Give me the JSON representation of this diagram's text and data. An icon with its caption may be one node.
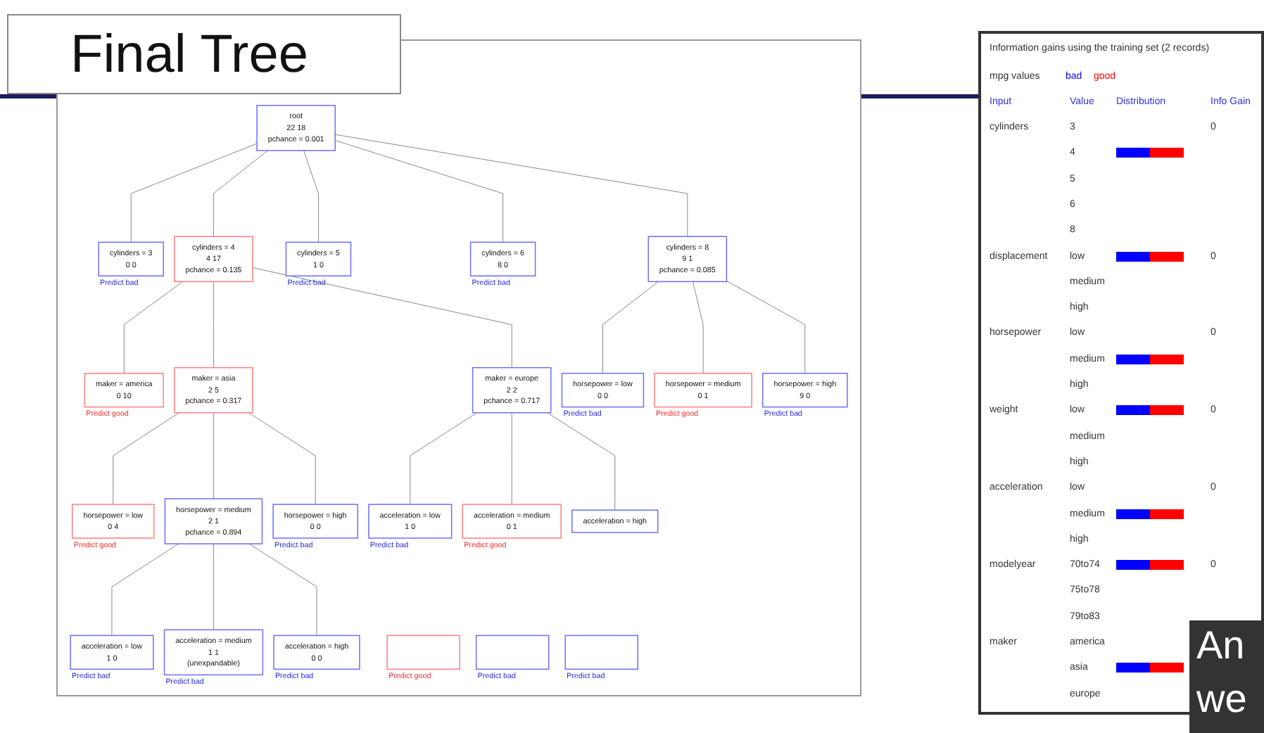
{
  "diagram": {
    "title": "Final Tree",
    "nodes": [
      {
        "text": [
          "root",
          "22 18",
          "pchance = 0.001"
        ]
      },
      {
        "text": [
          "cylinders = 3",
          "0 0"
        ],
        "beside": [
          "Predict bad"
        ]
      },
      {
        "text": [
          "cylinders = 4",
          "4 17",
          "pchance = 0.135"
        ]
      },
      {
        "text": [
          "cylinders = 5",
          "1 0"
        ],
        "beside": [
          "Predict bad"
        ]
      },
      {
        "text": [
          "cylinders = 6",
          "8 0"
        ],
        "beside": [
          "Predict bad"
        ]
      },
      {
        "text": [
          "cylinders = 8",
          "9 1",
          "pchance = 0.085"
        ]
      },
      {
        "text": [
          "maker = america",
          "0 10"
        ],
        "beside": [
          "Predict good"
        ]
      },
      {
        "text": [
          "maker = asia",
          "2 5",
          "pchance = 0.317"
        ]
      },
      {
        "text": [
          "maker = europe",
          "2 2",
          "pchance = 0.717"
        ]
      },
      {
        "text": [
          "horsepower = low",
          "0 0"
        ],
        "beside": [
          "Predict bad"
        ]
      },
      {
        "text": [
          "horsepower = medium",
          "0 1"
        ],
        "beside": [
          "Predict good"
        ]
      },
      {
        "text": [
          "horsepower = high",
          "9 0"
        ],
        "beside": [
          "Predict bad"
        ]
      },
      {
        "text": [
          "horsepower = low",
          "0 4"
        ],
        "beside": [
          "Predict good"
        ]
      },
      {
        "text": [
          "horsepower = medium",
          "2 1",
          "pchance = 0.894"
        ]
      },
      {
        "text": [
          "horsepower = high",
          "0 0"
        ],
        "beside": [
          "Predict bad"
        ]
      },
      {
        "text": [
          "acceleration = low",
          "1 0"
        ],
        "beside": [
          "Predict bad"
        ]
      },
      {
        "text": [
          "acceleration = medium",
          "0 1"
        ],
        "beside": [
          "Predict good"
        ]
      },
      {
        "text": [
          "acceleration = high"
        ]
      },
      {
        "text": [
          "acceleration = low",
          "1 0"
        ],
        "beside": [
          "Predict bad"
        ]
      },
      {
        "text": [
          "acceleration = medium",
          "1 1",
          "(unexpandable)"
        ],
        "beside": [
          "Predict bad"
        ]
      },
      {
        "text": [
          "acceleration = high",
          "0 0"
        ],
        "beside": [
          "Predict bad"
        ]
      },
      {
        "text": [],
        "shape": "box",
        "beside": [
          "Predict good"
        ]
      },
      {
        "text": [],
        "shape": "box",
        "beside": [
          "Predict bad"
        ]
      },
      {
        "text": [],
        "shape": "box",
        "beside": [
          "Predict bad"
        ]
      }
    ],
    "edges": [
      {
        "from": 0,
        "to": 1,
        "arrow": "none"
      },
      {
        "from": 0,
        "to": 2,
        "arrow": "none"
      },
      {
        "from": 0,
        "to": 3,
        "arrow": "none"
      },
      {
        "from": 0,
        "to": 4,
        "arrow": "none"
      },
      {
        "from": 0,
        "to": 5,
        "arrow": "none"
      },
      {
        "from": 2,
        "to": 6,
        "arrow": "none"
      },
      {
        "from": 2,
        "to": 7,
        "arrow": "none"
      },
      {
        "from": 2,
        "to": 8,
        "arrow": "none"
      },
      {
        "from": 5,
        "to": 9,
        "arrow": "none"
      },
      {
        "from": 5,
        "to": 10,
        "arrow": "none"
      },
      {
        "from": 5,
        "to": 11,
        "arrow": "none"
      },
      {
        "from": 7,
        "to": 12,
        "arrow": "none"
      },
      {
        "from": 7,
        "to": 13,
        "arrow": "none"
      },
      {
        "from": 7,
        "to": 14,
        "arrow": "none"
      },
      {
        "from": 8,
        "to": 15,
        "arrow": "none"
      },
      {
        "from": 8,
        "to": 16,
        "arrow": "none"
      },
      {
        "from": 8,
        "to": 17,
        "arrow": "none"
      },
      {
        "from": 13,
        "to": 18,
        "arrow": "none"
      },
      {
        "from": 13,
        "to": 19,
        "arrow": "none"
      },
      {
        "from": 13,
        "to": 20,
        "arrow": "none"
      }
    ],
    "labels": [
      "Information gains using the training set (2 records)",
      "mpg values",
      "Input",
      "Value",
      "Distribution",
      "Info Gain",
      "cylinders",
      "3",
      "0",
      "4",
      "5",
      "6",
      "8",
      "displacement",
      "low",
      "0",
      "medium",
      "high",
      "horsepower",
      "low",
      "0",
      "medium",
      "high",
      "weight",
      "low",
      "0",
      "medium",
      "high",
      "acceleration",
      "low",
      "0",
      "medium",
      "high",
      "modelyear",
      "70to74",
      "0",
      "75to78",
      "79to83",
      "maker",
      "america",
      "asia",
      "europe",
      "An",
      "we"
    ],
    "legend": [
      {
        "text": "bad",
        "color": "#0000ff"
      },
      {
        "text": "good",
        "color": "#ff0000"
      }
    ]
  }
}
